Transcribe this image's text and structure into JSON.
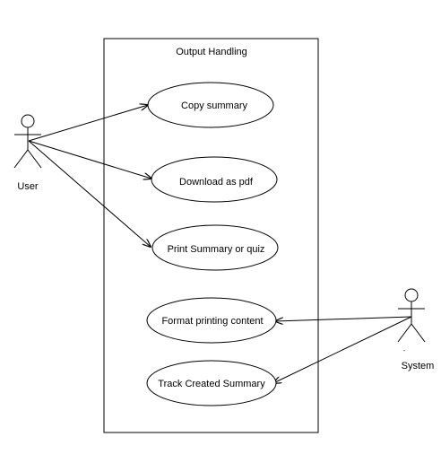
{
  "diagram": {
    "type": "use-case",
    "boundary": {
      "title": "Output Handling"
    },
    "actors": {
      "user": {
        "label": "User"
      },
      "system": {
        "label": "System",
        "mark": "-"
      }
    },
    "use_cases": [
      {
        "id": "copy",
        "label": "Copy summary"
      },
      {
        "id": "download",
        "label": "Download as pdf"
      },
      {
        "id": "print",
        "label": "Print Summary or quiz"
      },
      {
        "id": "format",
        "label": "Format printing content"
      },
      {
        "id": "track",
        "label": "Track Created Summary"
      }
    ],
    "associations": [
      {
        "from": "user",
        "to": "copy"
      },
      {
        "from": "user",
        "to": "download"
      },
      {
        "from": "user",
        "to": "print"
      },
      {
        "from": "system",
        "to": "format"
      },
      {
        "from": "system",
        "to": "track"
      }
    ],
    "colors": {
      "stroke": "#000000",
      "fill": "#ffffff"
    }
  }
}
